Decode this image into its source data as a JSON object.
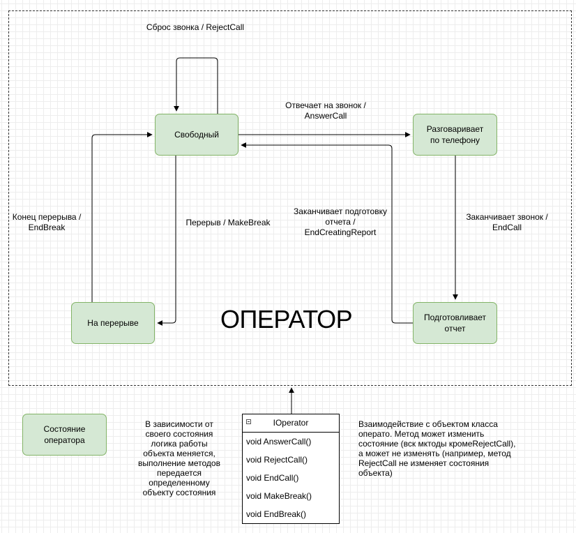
{
  "diagram": {
    "frame_title": "ОПЕРАТОР",
    "states": {
      "free": "Свободный",
      "talking": "Разговаривает\nпо телефону",
      "break": "На перерыве",
      "report": "Подготовливает\nотчет"
    },
    "transitions": {
      "reject": "Сброс звонка / RejectCall",
      "answer": "Отвечает на звонок /\nAnswerCall",
      "end_break": "Конец перерыва /\nEndBreak",
      "make_break": "Перерыв / MakeBreak",
      "end_report": "Заканчивает подготовку\nотчета /\nEndCreatingReport",
      "end_call": "Заканчивает звонок /\nEndCall"
    }
  },
  "legend": {
    "state_label": "Состояние\nоператора"
  },
  "interface": {
    "name": "IOperator",
    "methods": [
      "void AnswerCall()",
      "void RejectCall()",
      "void EndCall()",
      "void MakeBreak()",
      "void EndBreak()"
    ]
  },
  "notes": {
    "left": "В зависимости от\nсвоего состояния\nлогика работы\nобъекта меняется,\nвыполнение методов\nпередается\nопределенному\nобъекту состояния",
    "right": "Взаимодействие с объектом класса\nоперато. Метод может изменить\nсостояние (вск мктоды кромеRejectCall),\nа может не изменять (например, метод\nRejectCall не изменяет состояния\nобъекта)"
  }
}
